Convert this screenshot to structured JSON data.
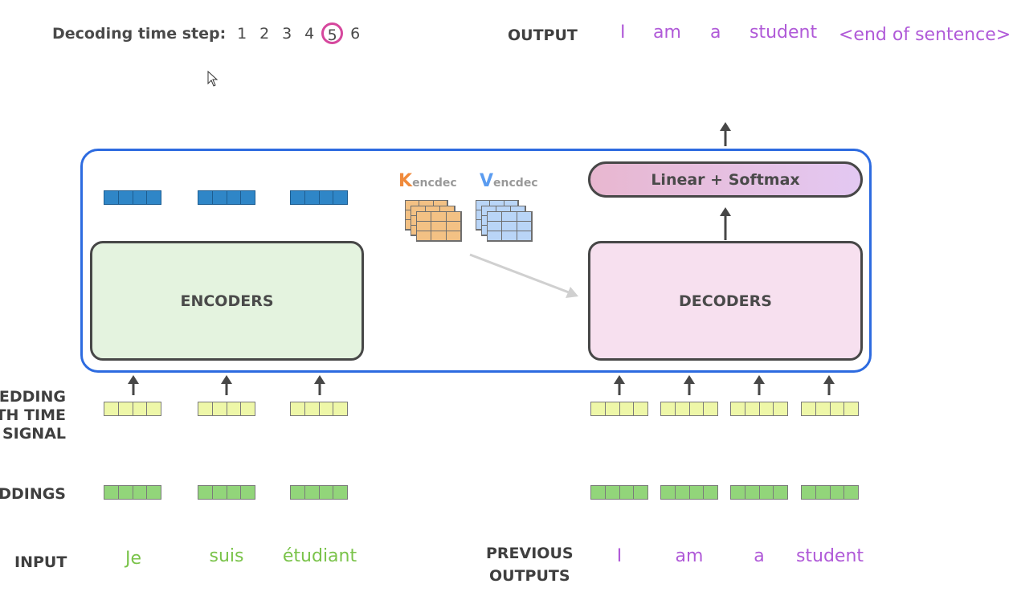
{
  "header": {
    "step_label": "Decoding time step:",
    "steps": [
      "1",
      "2",
      "3",
      "4",
      "5",
      "6"
    ],
    "current_step": "5",
    "output_label": "OUTPUT",
    "output_words": [
      "I",
      "am",
      "a",
      "student",
      "<end of sentence>"
    ]
  },
  "model": {
    "encoders_label": "ENCODERS",
    "decoders_label": "DECODERS",
    "linear_label": "Linear + Softmax",
    "k_letter": "K",
    "k_sub": "encdec",
    "v_letter": "V",
    "v_sub": "encdec"
  },
  "rows": {
    "timesignal_label": [
      "EDDING",
      "TH TIME",
      "SIGNAL"
    ],
    "embeddings_label": "DDINGS",
    "input_label": "INPUT",
    "input_words": [
      "Je",
      "suis",
      "étudiant"
    ],
    "prev_label": [
      "PREVIOUS",
      "OUTPUTS"
    ],
    "prev_words": [
      "I",
      "am",
      "a",
      "student"
    ]
  },
  "colors": {
    "frame": "#2d6be0",
    "encoder_fill": "#e4f3df",
    "decoder_fill": "#f7e0ef",
    "output_text": "#b05ad8",
    "input_text": "#7ac34a",
    "step_highlight": "#d6479d"
  }
}
